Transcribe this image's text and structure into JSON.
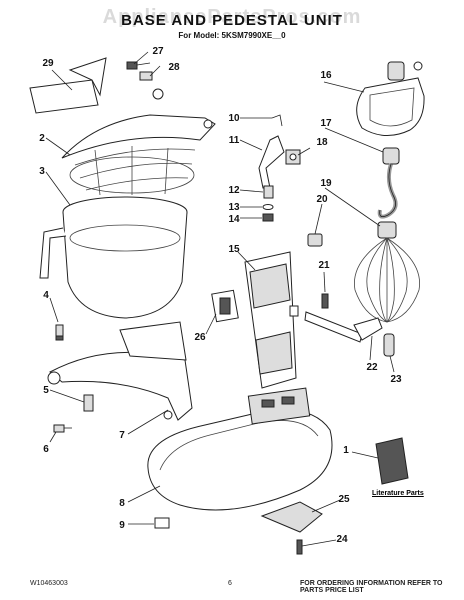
{
  "title": "BASE AND PEDESTAL UNIT",
  "model_line": "For Model: 5KSM7990XE__0",
  "watermark": "AppliancePartsPros.com",
  "footer": {
    "doc_number": "W10463003",
    "page_number": "6",
    "ordering_note": "FOR ORDERING INFORMATION REFER TO PARTS PRICE LIST"
  },
  "literature_label": "Literature Parts",
  "callouts": [
    "1",
    "2",
    "3",
    "4",
    "5",
    "6",
    "7",
    "8",
    "9",
    "10",
    "11",
    "12",
    "13",
    "14",
    "15",
    "16",
    "17",
    "18",
    "19",
    "20",
    "21",
    "22",
    "23",
    "24",
    "25",
    "26",
    "27",
    "28",
    "29"
  ]
}
